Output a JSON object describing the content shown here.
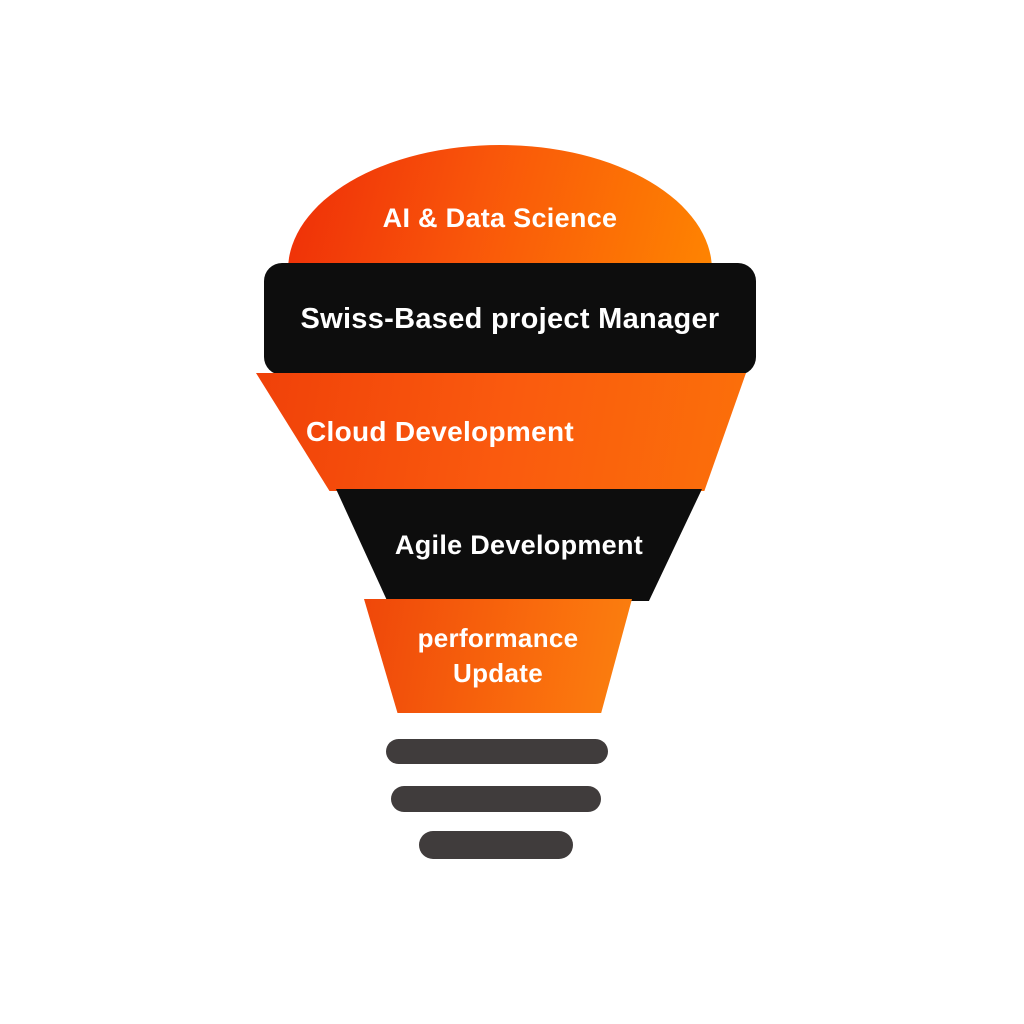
{
  "figure": {
    "type": "lightbulb-funnel-infographic",
    "layers": [
      {
        "label": "AI & Data Science",
        "style": "orange-gradient-dome"
      },
      {
        "label": "Swiss-Based project Manager",
        "style": "black-band"
      },
      {
        "label": "Cloud Development",
        "style": "orange-band"
      },
      {
        "label": "Agile Development",
        "style": "black-band"
      },
      {
        "label": "performance Update",
        "style": "orange-band"
      }
    ],
    "base": {
      "bar_count": 3
    },
    "colors": {
      "orange": "#fa5a0e",
      "orange_gradient_start": "#ee2d08",
      "orange_gradient_end": "#fe8401",
      "band_black": "#0d0d0d",
      "base_gray": "#403c3c",
      "label_text": "#ffffff",
      "background": "#ffffff"
    }
  }
}
